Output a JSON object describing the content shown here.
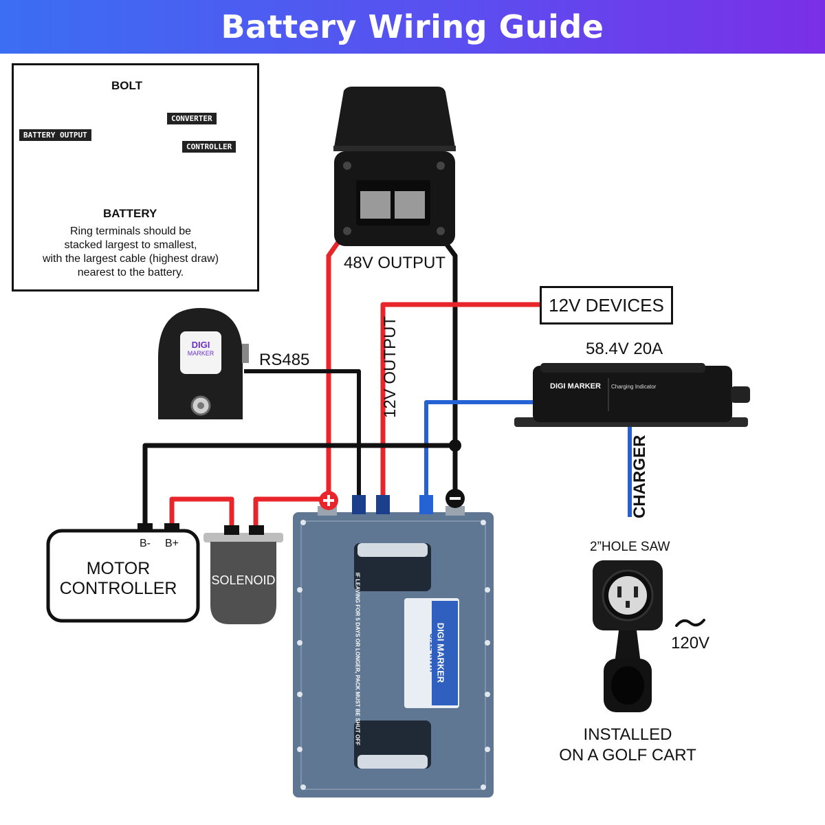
{
  "header": {
    "title": "Battery Wiring Guide"
  },
  "inset": {
    "bolt_label": "BOLT",
    "battery_label": "BATTERY",
    "tag_battery_output": "BATTERY OUTPUT",
    "tag_converter": "CONVERTER",
    "tag_controller": "CONTROLLER",
    "note_lines": [
      "Ring terminals should be",
      "stacked largest to smallest,",
      "with the largest cable (highest draw)",
      "nearest to the battery."
    ]
  },
  "labels": {
    "output_48v": "48V OUTPUT",
    "devices_12v": "12V DEVICES",
    "output_12v": "12V OUTPUT",
    "rs485": "RS485",
    "charger_rating": "58.4V 20A",
    "charger": "CHARGER",
    "hole_saw": "2”HOLE SAW",
    "voltage_120": "120V",
    "installed_line1": "INSTALLED",
    "installed_line2": "ON A GOLF CART",
    "motor_line1": "MOTOR",
    "motor_line2": "CONTROLLER",
    "b_minus": "B-",
    "b_plus": "B+",
    "solenoid": "SOLENOID",
    "monitor_brand_line1": "DIGI",
    "monitor_brand_line2": "MARKER",
    "charger_brand": "DIGI MARKER",
    "charger_indicator": "Charging Indicator",
    "battery_brand": "DIGI MARKER",
    "battery_capacity": "5.12 kWh",
    "battery_warning": "IF LEAVING FOR 5 DAYS OR LONGER, PACK MUST BE SHUT OFF"
  },
  "colors": {
    "positive": "#e8252b",
    "negative": "#111111",
    "signal": "#2563d4",
    "connector_blue": "#1b3f8b",
    "battery_body": "#5f7792",
    "header_start": "#3b6ef2",
    "header_end": "#7a2fe6"
  }
}
